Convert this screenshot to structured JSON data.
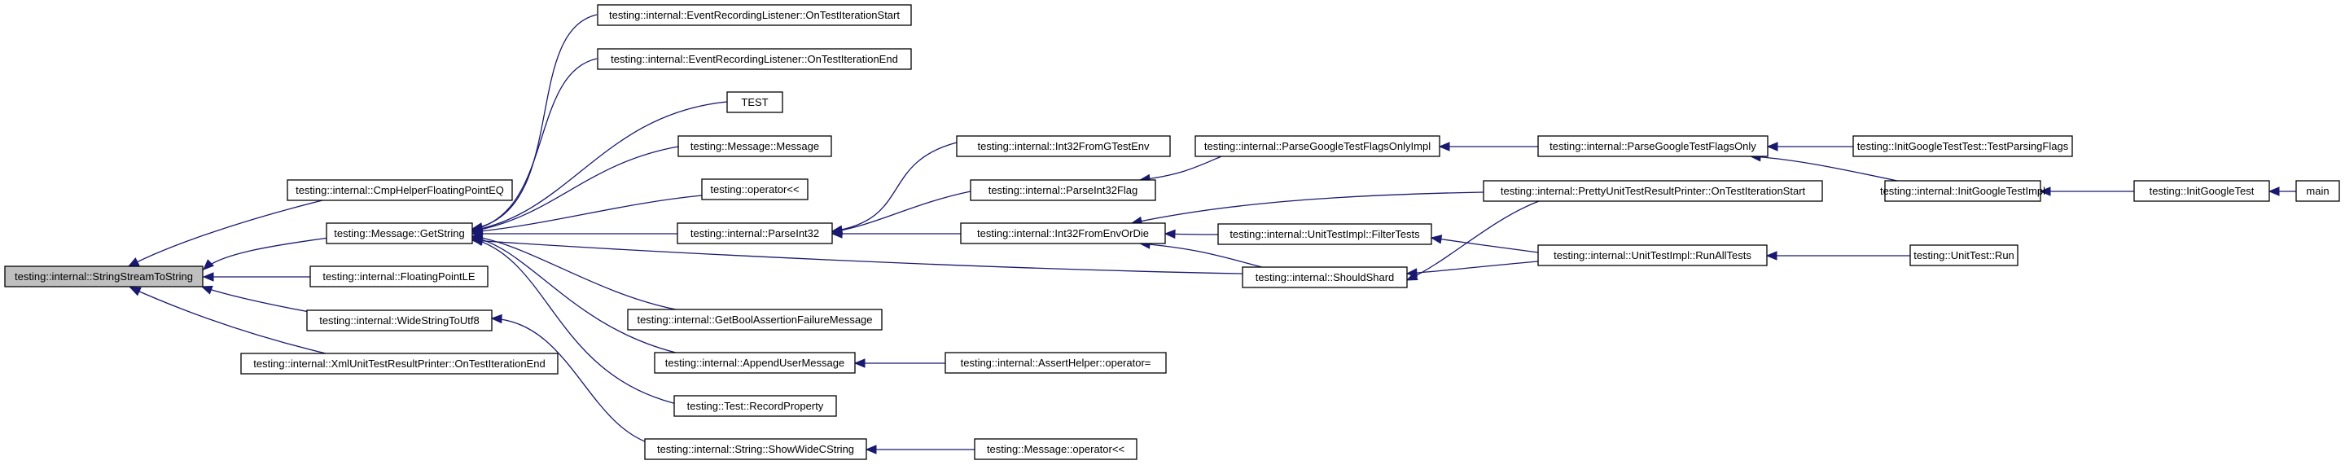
{
  "graph": {
    "edge_color": "#191970",
    "root_fill": "#bfbfbf",
    "node_fill": "#ffffff",
    "nodes": [
      {
        "id": "n0",
        "label": "testing::internal::StringStreamToString"
      },
      {
        "id": "n1",
        "label": "testing::internal::CmpHelperFloatingPointEQ"
      },
      {
        "id": "n2",
        "label": "testing::Message::GetString"
      },
      {
        "id": "n3",
        "label": "testing::internal::FloatingPointLE"
      },
      {
        "id": "n4",
        "label": "testing::internal::WideStringToUtf8"
      },
      {
        "id": "n5",
        "label": "testing::internal::XmlUnitTestResultPrinter::OnTestIterationEnd"
      },
      {
        "id": "n6",
        "label": "testing::internal::EventRecordingListener::OnTestIterationStart"
      },
      {
        "id": "n7",
        "label": "testing::internal::EventRecordingListener::OnTestIterationEnd"
      },
      {
        "id": "n8",
        "label": "TEST"
      },
      {
        "id": "n9",
        "label": "testing::Message::Message"
      },
      {
        "id": "n10",
        "label": "testing::operator<<"
      },
      {
        "id": "n11",
        "label": "testing::internal::ParseInt32"
      },
      {
        "id": "n12",
        "label": "testing::internal::GetBoolAssertionFailureMessage"
      },
      {
        "id": "n13",
        "label": "testing::internal::AppendUserMessage"
      },
      {
        "id": "n14",
        "label": "testing::Test::RecordProperty"
      },
      {
        "id": "n15",
        "label": "testing::internal::String::ShowWideCString"
      },
      {
        "id": "n16",
        "label": "testing::internal::Int32FromGTestEnv"
      },
      {
        "id": "n17",
        "label": "testing::internal::ParseInt32Flag"
      },
      {
        "id": "n18",
        "label": "testing::internal::Int32FromEnvOrDie"
      },
      {
        "id": "n19",
        "label": "testing::internal::AssertHelper::operator="
      },
      {
        "id": "n20",
        "label": "testing::Message::operator<<"
      },
      {
        "id": "n21",
        "label": "testing::internal::ParseGoogleTestFlagsOnlyImpl"
      },
      {
        "id": "n22",
        "label": "testing::internal::UnitTestImpl::FilterTests"
      },
      {
        "id": "n23",
        "label": "testing::internal::ShouldShard"
      },
      {
        "id": "n24",
        "label": "testing::internal::ParseGoogleTestFlagsOnly"
      },
      {
        "id": "n25",
        "label": "testing::internal::PrettyUnitTestResultPrinter::OnTestIterationStart"
      },
      {
        "id": "n26",
        "label": "testing::internal::UnitTestImpl::RunAllTests"
      },
      {
        "id": "n27",
        "label": "testing::InitGoogleTestTest::TestParsingFlags"
      },
      {
        "id": "n28",
        "label": "testing::internal::InitGoogleTestImpl"
      },
      {
        "id": "n29",
        "label": "testing::UnitTest::Run"
      },
      {
        "id": "n30",
        "label": "testing::InitGoogleTest"
      },
      {
        "id": "n31",
        "label": "main"
      }
    ],
    "edges": [
      [
        "n1",
        "n0"
      ],
      [
        "n2",
        "n0"
      ],
      [
        "n3",
        "n0"
      ],
      [
        "n4",
        "n0"
      ],
      [
        "n5",
        "n0"
      ],
      [
        "n6",
        "n2"
      ],
      [
        "n7",
        "n2"
      ],
      [
        "n8",
        "n2"
      ],
      [
        "n9",
        "n2"
      ],
      [
        "n10",
        "n2"
      ],
      [
        "n11",
        "n2"
      ],
      [
        "n12",
        "n2"
      ],
      [
        "n13",
        "n2"
      ],
      [
        "n14",
        "n2"
      ],
      [
        "n23",
        "n2"
      ],
      [
        "n15",
        "n4"
      ],
      [
        "n16",
        "n11"
      ],
      [
        "n17",
        "n11"
      ],
      [
        "n18",
        "n11"
      ],
      [
        "n19",
        "n13"
      ],
      [
        "n20",
        "n15"
      ],
      [
        "n21",
        "n17"
      ],
      [
        "n22",
        "n18"
      ],
      [
        "n23",
        "n18"
      ],
      [
        "n25",
        "n18"
      ],
      [
        "n24",
        "n21"
      ],
      [
        "n26",
        "n22"
      ],
      [
        "n26",
        "n23"
      ],
      [
        "n25",
        "n23"
      ],
      [
        "n27",
        "n24"
      ],
      [
        "n28",
        "n24"
      ],
      [
        "n29",
        "n26"
      ],
      [
        "n30",
        "n28"
      ],
      [
        "n31",
        "n30"
      ]
    ]
  }
}
